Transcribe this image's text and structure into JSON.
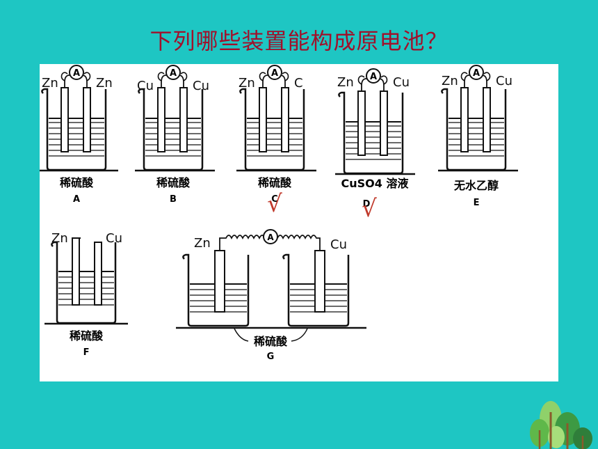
{
  "title": "下列哪些装置能构成原电池？",
  "meter_symbol": "A",
  "check_mark": "√",
  "colors": {
    "background": "#1ec6c3",
    "title": "#a0112b",
    "check": "#c0392b"
  },
  "beakers": [
    {
      "id": "A",
      "left": "Zn",
      "right": "Zn",
      "solution": "稀硫酸",
      "letter": "A"
    },
    {
      "id": "B",
      "left": "Cu",
      "right": "Cu",
      "solution": "稀硫酸",
      "letter": "B"
    },
    {
      "id": "C",
      "left": "Zn",
      "right": "C",
      "solution": "稀硫酸",
      "letter": "C"
    },
    {
      "id": "D",
      "left": "Zn",
      "right": "Cu",
      "solution": "CuSO4 溶液",
      "letter": "D"
    },
    {
      "id": "E",
      "left": "Zn",
      "right": "Cu",
      "solution": "无水乙醇",
      "letter": "E"
    },
    {
      "id": "F",
      "left": "Zn",
      "right": "Cu",
      "solution": "稀硫酸",
      "letter": "F"
    },
    {
      "id": "G",
      "left": "Zn",
      "right": "Cu",
      "solution": "稀硫酸",
      "letter": "G"
    }
  ]
}
